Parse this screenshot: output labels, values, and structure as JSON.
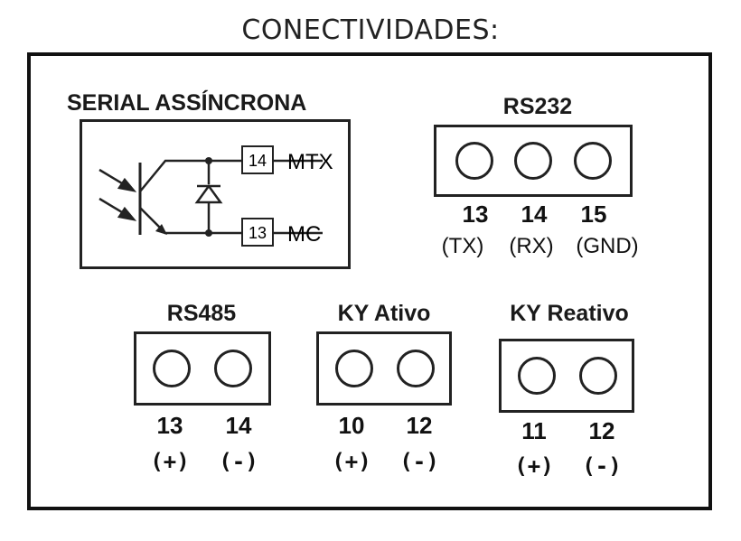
{
  "page_title": "CONECTIVIDADES:",
  "serial": {
    "title": "SERIAL ASSÍNCRONA",
    "pins": [
      {
        "number": "14",
        "label": "MTX"
      },
      {
        "number": "13",
        "label": "MC"
      }
    ]
  },
  "rs232": {
    "title": "RS232",
    "terminals": [
      {
        "number": "13",
        "signal": "(TX)"
      },
      {
        "number": "14",
        "signal": "(RX)"
      },
      {
        "number": "15",
        "signal": "(GND)"
      }
    ]
  },
  "rs485": {
    "title": "RS485",
    "terminals": [
      {
        "number": "13",
        "polarity": "(+)"
      },
      {
        "number": "14",
        "polarity": "(-)"
      }
    ]
  },
  "ky_ativo": {
    "title": "KY Ativo",
    "terminals": [
      {
        "number": "10",
        "polarity": "(+)"
      },
      {
        "number": "12",
        "polarity": "(-)"
      }
    ]
  },
  "ky_reativo": {
    "title": "KY Reativo",
    "terminals": [
      {
        "number": "11",
        "polarity": "(+)"
      },
      {
        "number": "12",
        "polarity": "(-)"
      }
    ]
  }
}
